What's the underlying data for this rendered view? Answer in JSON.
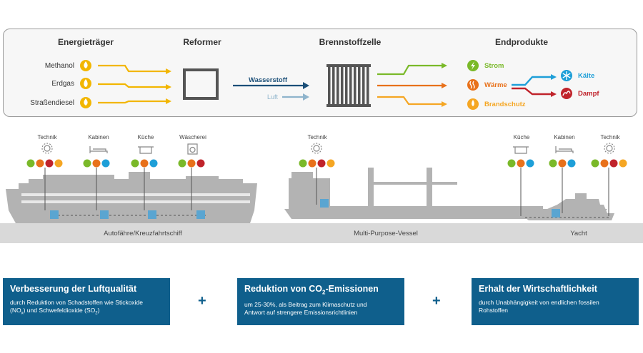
{
  "top": {
    "col_energy": "Energieträger",
    "col_reformer": "Reformer",
    "col_fuelcell": "Brennstoffzelle",
    "col_products": "Endprodukte",
    "fuels": [
      "Methanol",
      "Erdgas",
      "Straßendiesel"
    ],
    "flow_hydrogen": "Wasserstoff",
    "flow_air": "Luft",
    "products": [
      "Strom",
      "Wärme",
      "Brandschutz"
    ],
    "subproducts": [
      "Kälte",
      "Dampf"
    ]
  },
  "colors": {
    "yellow": "#f2b600",
    "green": "#7ab929",
    "orange": "#e8711b",
    "gold": "#f5a623",
    "blue": "#1e9fd8",
    "red": "#c0232b",
    "navy": "#0f5f8c",
    "ship": "#b3b3b3"
  },
  "ships": {
    "ferry": {
      "name": "Autofähre/Kreuzfahrtschiff",
      "areas": [
        "Technik",
        "Kabinen",
        "Küche",
        "Wäscherei"
      ]
    },
    "mpv": {
      "name": "Multi-Purpose-Vessel",
      "areas": [
        "Technik"
      ]
    },
    "yacht": {
      "name": "Yacht",
      "areas": [
        "Küche",
        "Kabinen",
        "Technik"
      ]
    }
  },
  "benefits": [
    {
      "title": "Verbesserung der Luftqualität",
      "desc1": "durch Reduktion von Schadstoffen wie Stickoxide",
      "desc2_a": "(NO",
      "desc2_b": "x",
      "desc2_c": ") und Schwefeldioxide (SO",
      "desc2_d": "2",
      "desc2_e": ")"
    },
    {
      "title_a": "Reduktion von CO",
      "title_b": "2",
      "title_c": "-Emissionen",
      "desc1": "um 25-30%, als Beitrag zum Klimaschutz und",
      "desc2": "Antwort auf strengere Emissionsrichtlinien"
    },
    {
      "title": "Erhalt der Wirtschaftlichkeit",
      "desc1": "durch Unabhängigkeit von endlichen fossilen",
      "desc2": "Rohstoffen"
    }
  ],
  "plus_sign": "+"
}
